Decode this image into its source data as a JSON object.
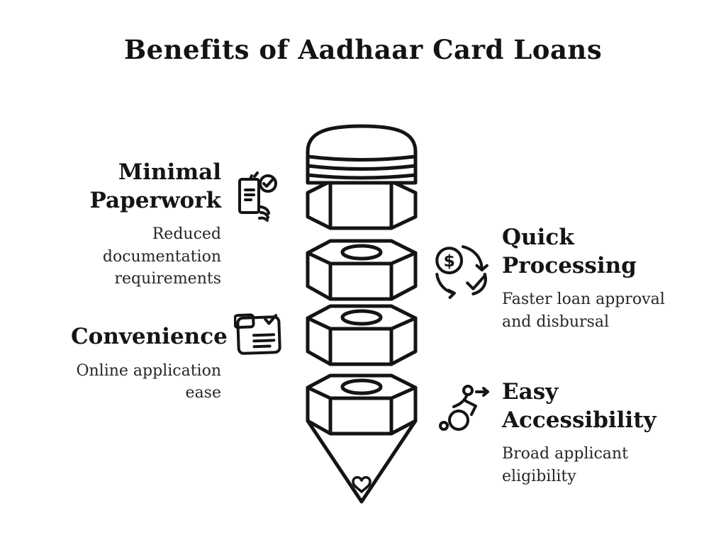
{
  "title": "Benefits of Aadhaar Card Loans",
  "benefits": [
    {
      "id": "minimal-paperwork",
      "heading": "Minimal Paperwork",
      "description": "Reduced documentation requirements",
      "icon": "hand-holding-checked-document-icon",
      "side": "left"
    },
    {
      "id": "convenience",
      "heading": "Convenience",
      "description": "Online application ease",
      "icon": "online-form-checklist-icon",
      "side": "left"
    },
    {
      "id": "quick-processing",
      "heading": "Quick Processing",
      "description": "Faster loan approval and disbursal",
      "icon": "money-cycle-check-icon",
      "side": "right"
    },
    {
      "id": "easy-accessibility",
      "heading": "Easy Accessibility",
      "description": "Broad applicant eligibility",
      "icon": "accessible-person-forward-icon",
      "side": "right"
    }
  ],
  "icons": {
    "quick_processing": {
      "symbol": "$"
    }
  },
  "illustration": {
    "name": "stacked-hex-nut-pencil-funnel",
    "segments": 4,
    "tip_motif": "heart"
  },
  "colors": {
    "ink": "#141414",
    "body_text": "#262626",
    "background": "#ffffff"
  }
}
